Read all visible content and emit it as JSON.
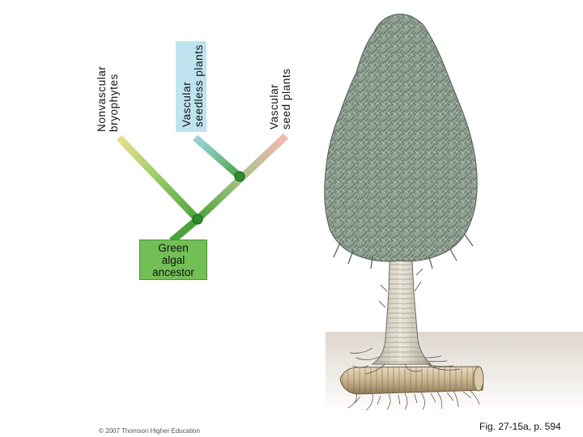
{
  "taxa": [
    {
      "line1": "Nonvascular",
      "line2": "bryophytes"
    },
    {
      "line1": "Vascular",
      "line2": "seedless plants"
    },
    {
      "line1": "Vascular",
      "line2": "seed plants"
    }
  ],
  "ancestor": {
    "line1": "Green",
    "line2": "algal",
    "line3": "ancestor"
  },
  "copyright": "© 2007 Thomson Higher Education",
  "figure_caption": "Fig. 27-15a, p. 594",
  "colors": {
    "branch_green": "#4aa33a",
    "node_green": "#2e8b2e",
    "bryophyte_tip": "#e6dd8a",
    "seedless_tip": "#9fd3dc",
    "seed_tip": "#f0b3ae",
    "seedless_highlight": "#bfe3ef",
    "ancestor_box": "#72bf55"
  }
}
